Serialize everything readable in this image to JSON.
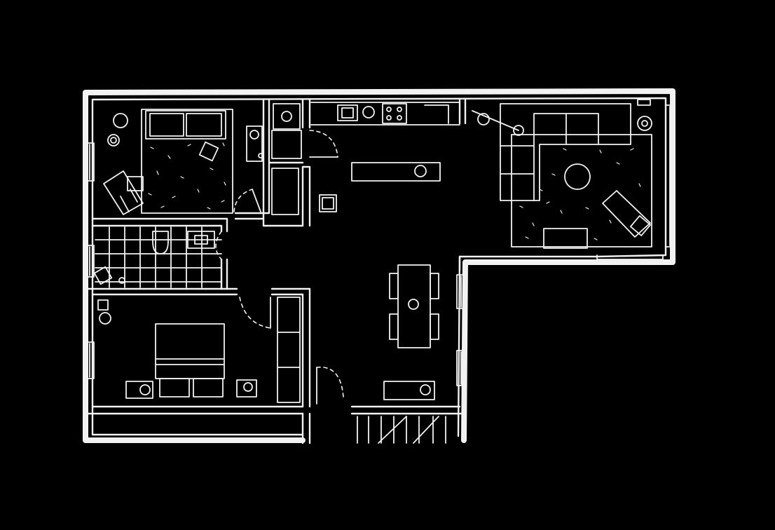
{
  "floor_plan": {
    "background_color": "#000000",
    "line_color": "#f2f2f2",
    "rooms": [
      "bedroom-1",
      "bathroom",
      "bedroom-2",
      "kitchen",
      "dining-area",
      "living-room",
      "entry-hall"
    ]
  }
}
